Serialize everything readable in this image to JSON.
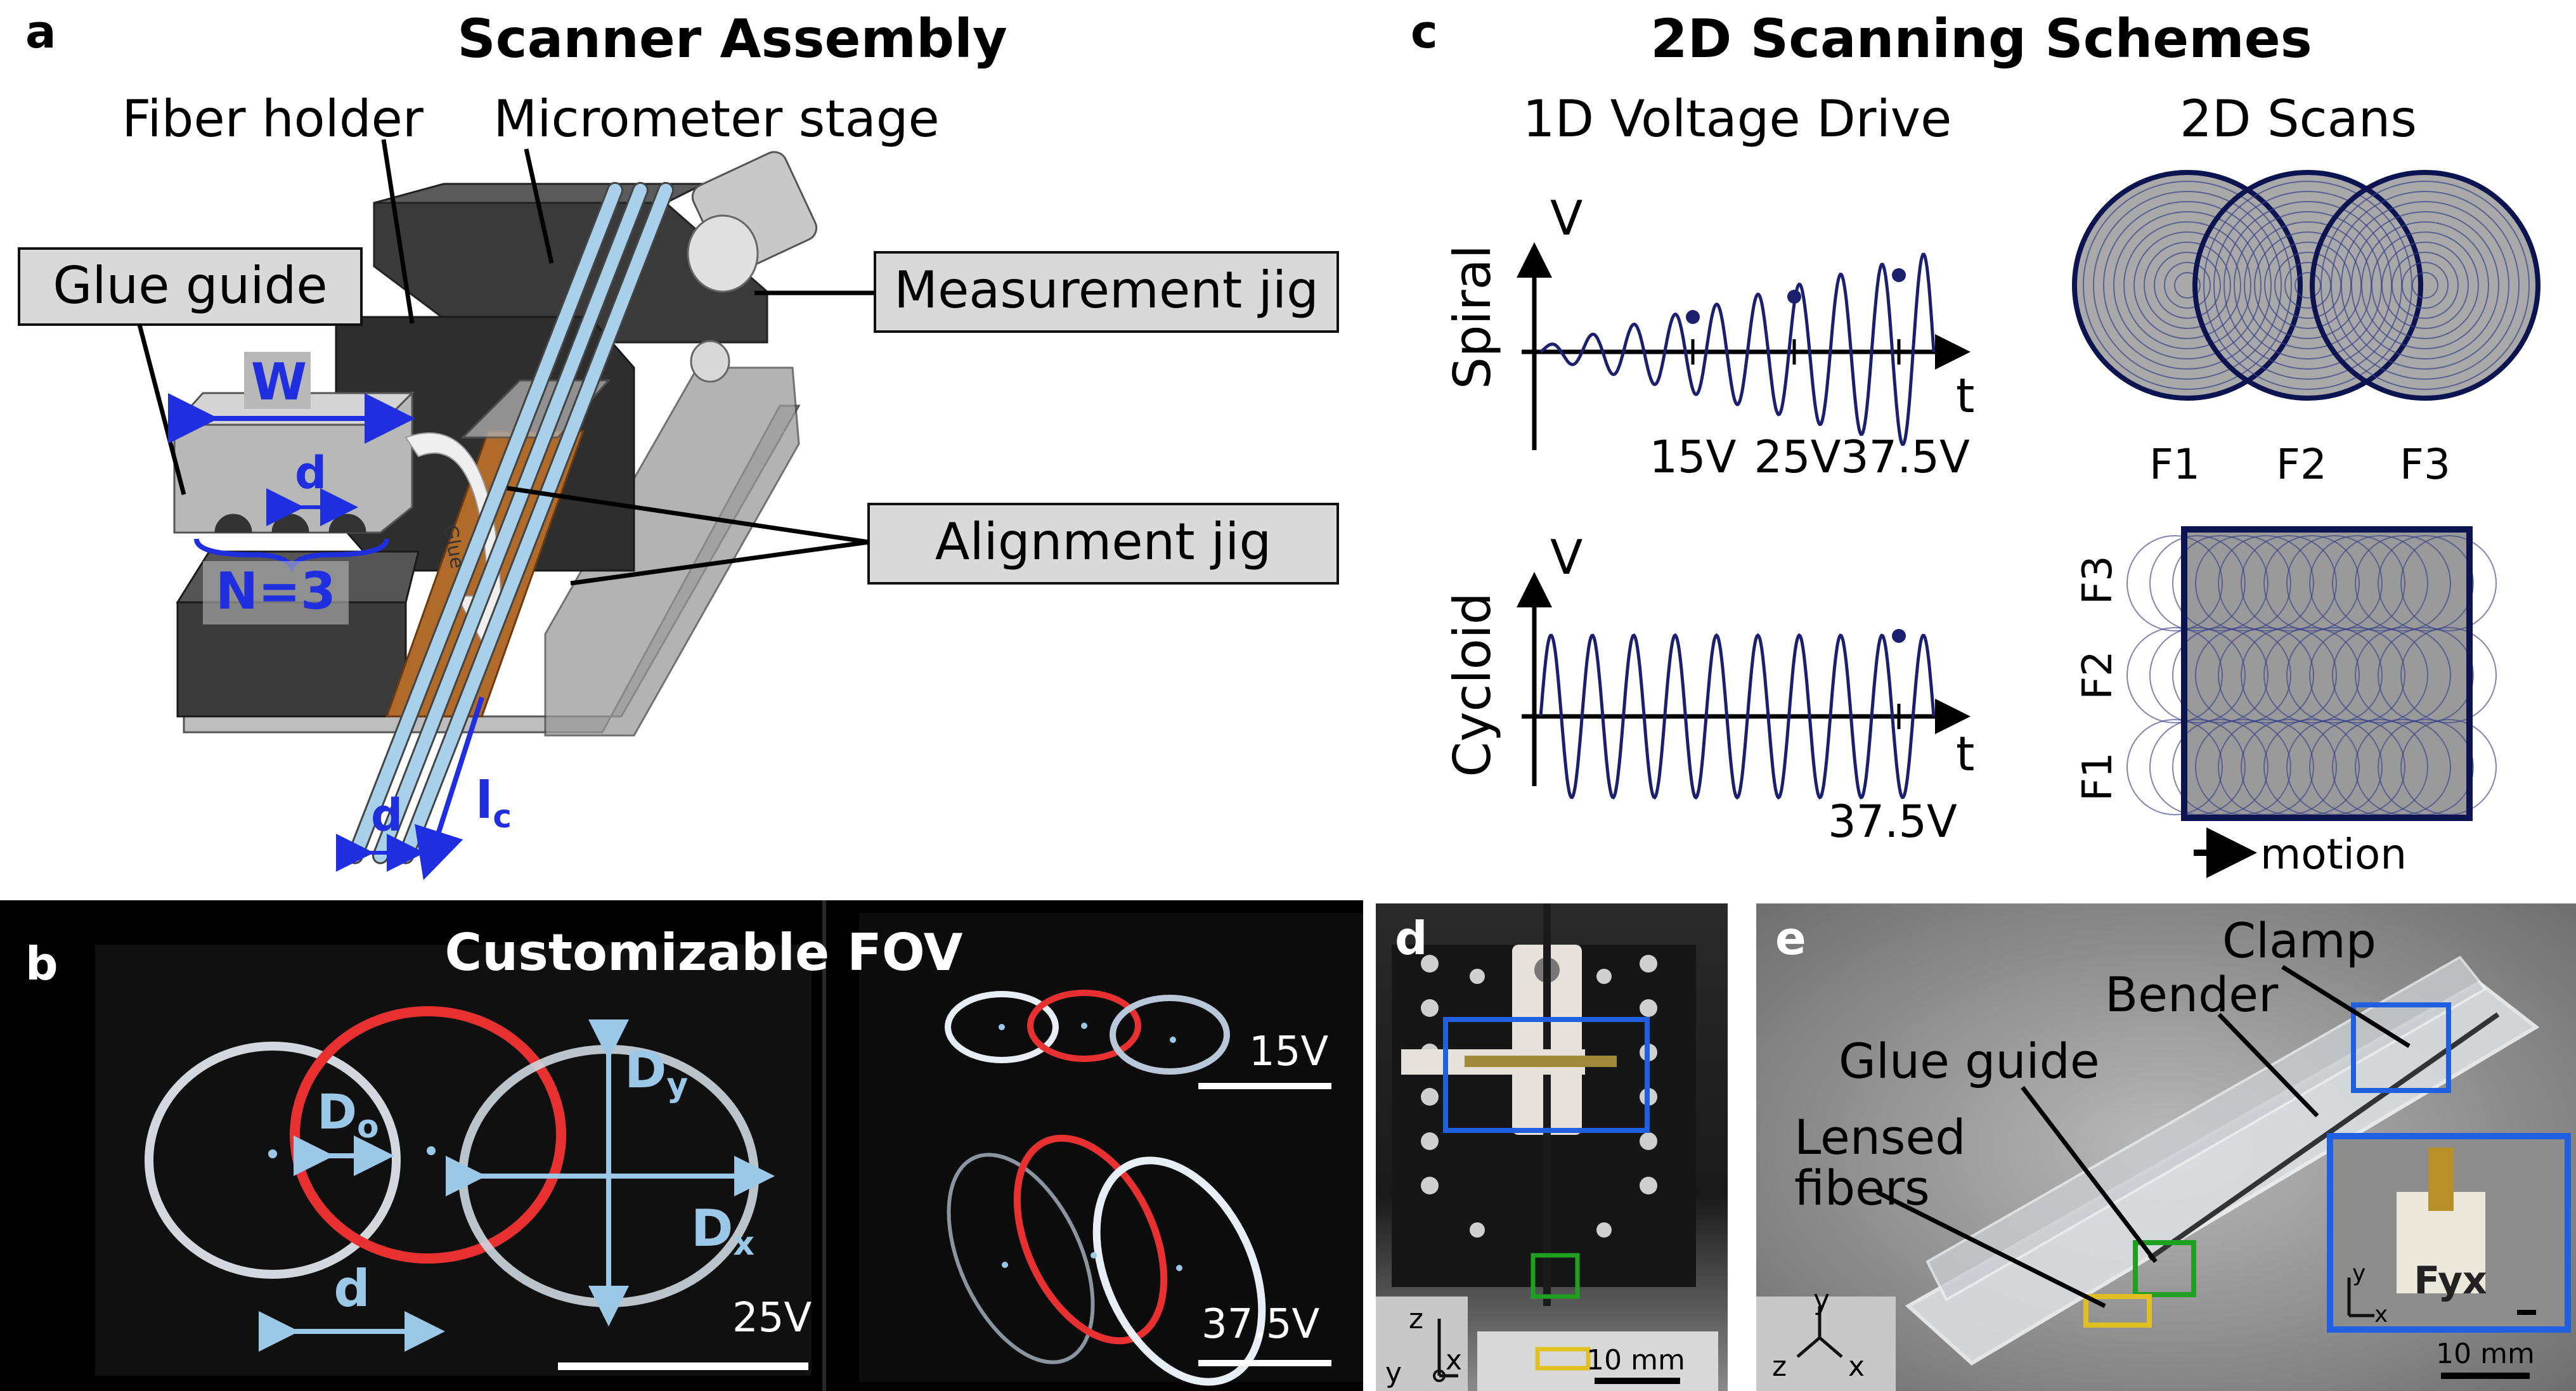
{
  "panels": {
    "a": {
      "letter": "a",
      "title": "Scanner Assembly",
      "labels": {
        "fiber_holder": "Fiber holder",
        "micrometer_stage": "Micrometer stage",
        "glue_guide": "Glue guide",
        "measurement_jig": "Measurement jig",
        "alignment_jig": "Alignment jig",
        "width": "W",
        "spacing": "d",
        "count": "N=3",
        "glue": "Glue",
        "spacing_bottom": "d",
        "cantilever_length": "l",
        "cantilever_sub": "c"
      }
    },
    "b": {
      "letter": "b",
      "title": "Customizable FOV",
      "labels": {
        "overlap_main": "D",
        "overlap_sub": "o",
        "dx_main": "D",
        "dx_sub": "x",
        "dy_main": "D",
        "dy_sub": "y",
        "distance": "d",
        "voltage_main": "25V",
        "voltage_top": "15V",
        "voltage_bottom": "37.5V"
      }
    },
    "c": {
      "letter": "c",
      "title": "2D Scanning Schemes",
      "col_drive": "1D Voltage Drive",
      "col_scans": "2D Scans",
      "spiral": {
        "name": "Spiral",
        "axis_v": "V",
        "axis_t": "t",
        "ticks": [
          "15V",
          "25V",
          "37.5V"
        ]
      },
      "cycloid": {
        "name": "Cycloid",
        "axis_v": "V",
        "axis_t": "t",
        "ticks": [
          "37.5V"
        ]
      },
      "spiral_fibers": [
        "F1",
        "F2",
        "F3"
      ],
      "cycloid_fibers": [
        "F3",
        "F2",
        "F1"
      ],
      "motion": "motion"
    },
    "d": {
      "letter": "d",
      "axes": {
        "z": "z",
        "y": "y",
        "x": "x"
      },
      "scale": "10 mm"
    },
    "e": {
      "letter": "e",
      "labels": {
        "clamp": "Clamp",
        "bender": "Bender",
        "glue_guide": "Glue guide",
        "lensed_fibers_1": "Lensed",
        "lensed_fibers_2": "fibers",
        "inset": "Fyx"
      },
      "axes": {
        "y": "y",
        "z": "z",
        "x": "x",
        "inset_y": "y",
        "inset_x": "x"
      },
      "scale": "10 mm"
    }
  },
  "colors": {
    "blue_annotation": "#1f2fe0",
    "fiber": "#a8d0ea",
    "wave": "#1a1f6e",
    "photo_box_blue": "#2060e0",
    "photo_box_green": "#20a020",
    "photo_box_yellow": "#e0c020",
    "ring_red": "#e83030",
    "ring_white": "#e8eef5",
    "label_box": "#d9d9d9"
  }
}
